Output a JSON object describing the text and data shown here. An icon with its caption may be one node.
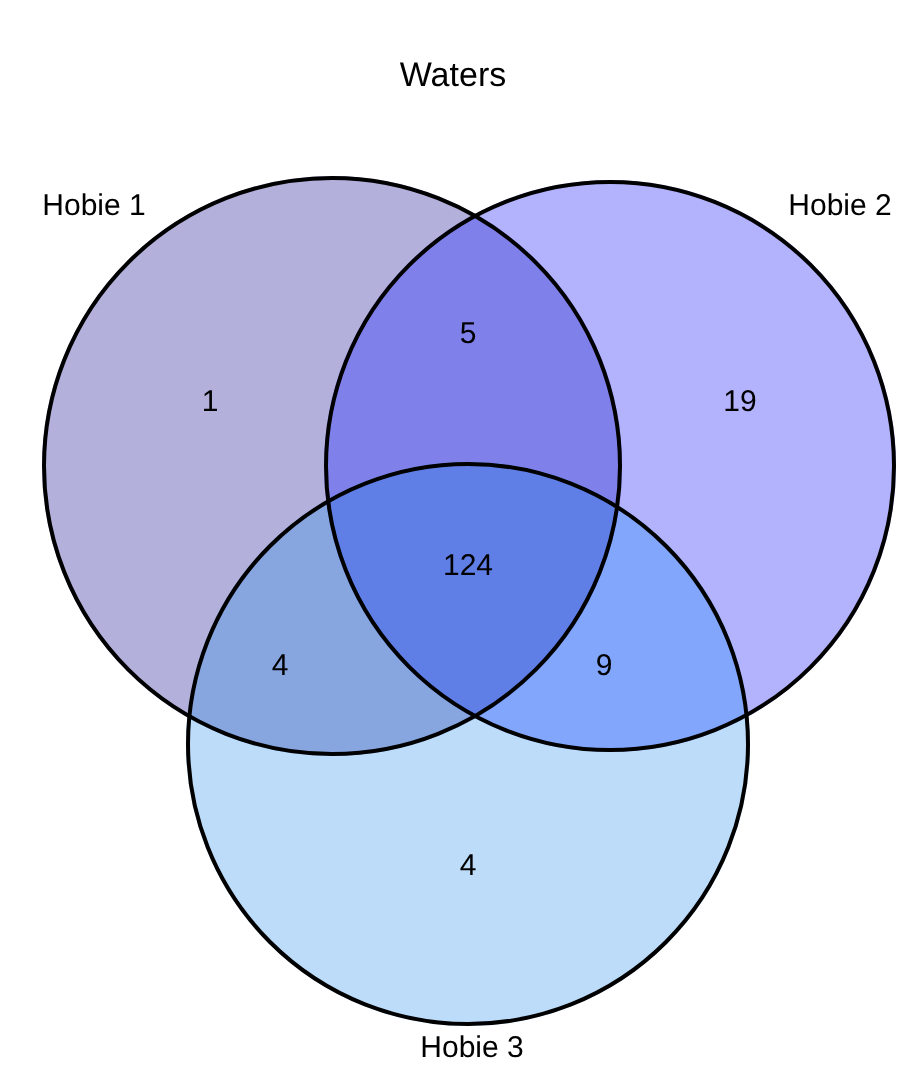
{
  "diagram": {
    "title": "Waters",
    "nodes": [
      {
        "text": [
          "Hobie 1"
        ]
      },
      {
        "text": [
          "Hobie 2"
        ]
      },
      {
        "text": [
          "Hobie 3"
        ]
      }
    ],
    "labels": [
      "1",
      "5",
      "19",
      "124",
      "4",
      "9",
      "4"
    ]
  }
}
